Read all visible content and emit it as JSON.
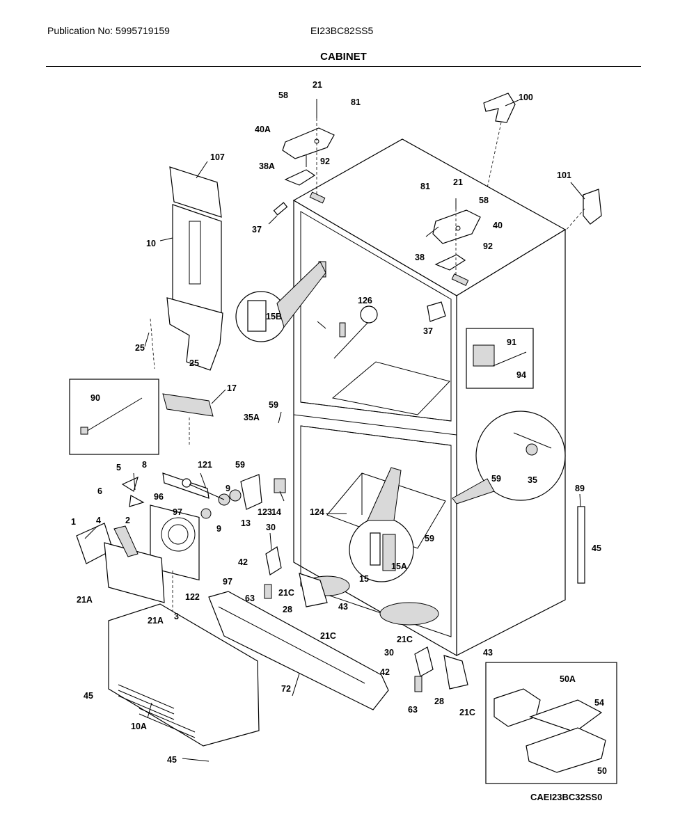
{
  "header": {
    "publication": "Publication No: 5995719159",
    "model": "EI23BC82SS5",
    "section_title": "CABINET",
    "drawing_code": "CAEI23BC32SS0"
  },
  "diagram": {
    "callouts": {
      "c21_top": "21",
      "c58_top": "58",
      "c81_top": "81",
      "c40A": "40A",
      "c92_top": "92",
      "c38A": "38A",
      "c100": "100",
      "c107": "107",
      "c101": "101",
      "c81_r": "81",
      "c21_r": "21",
      "c58_r": "58",
      "c37_top": "37",
      "c40": "40",
      "c92_r": "92",
      "c10": "10",
      "c38": "38",
      "c126": "126",
      "c15B": "15B",
      "c37_r": "37",
      "c91": "91",
      "c94": "94",
      "c25_a": "25",
      "c25_b": "25",
      "c17": "17",
      "c90": "90",
      "c59_a": "59",
      "c35A": "35A",
      "c59_b": "59",
      "c59_c": "59",
      "c35": "35",
      "c5": "5",
      "c8": "8",
      "c121": "121",
      "c6": "6",
      "c9_a": "9",
      "c96": "96",
      "c97_a": "97",
      "c14": "14",
      "c89": "89",
      "c123": "123",
      "c13": "13",
      "c1": "1",
      "c4": "4",
      "c2": "2",
      "c9_b": "9",
      "c124": "124",
      "c30_a": "30",
      "c45_r": "45",
      "c59_d": "59",
      "c15A": "15A",
      "c42_a": "42",
      "c97_b": "97",
      "c15": "15",
      "c21C_a": "21C",
      "c63_a": "63",
      "c122": "122",
      "c21A_a": "21A",
      "c28_a": "28",
      "c43_a": "43",
      "c3": "3",
      "c21A_b": "21A",
      "c21C_b": "21C",
      "c21C_c": "21C",
      "c43_b": "43",
      "c30_b": "30",
      "c50A": "50A",
      "c42_b": "42",
      "c45_l": "45",
      "c72": "72",
      "c54": "54",
      "c28_b": "28",
      "c63_b": "63",
      "c21C_d": "21C",
      "c10A": "10A",
      "c50": "50",
      "c45_bot": "45"
    }
  }
}
